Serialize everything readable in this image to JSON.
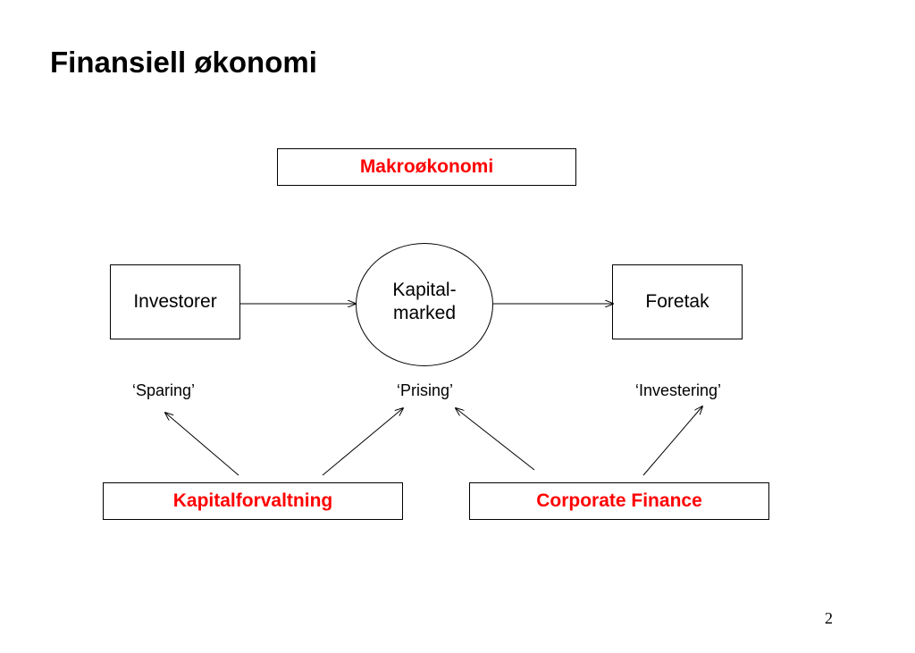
{
  "slide": {
    "title": "Finansiell økonomi",
    "page_number": "2"
  },
  "diagram": {
    "top_box": "Makroøkonomi",
    "left_box": "Investorer",
    "center_line1": "Kapital-",
    "center_line2": "marked",
    "right_box": "Foretak",
    "captions": {
      "left": "‘Sparing’",
      "center": "‘Prising’",
      "right": "‘Investering’"
    },
    "bottom_left_box": "Kapitalforvaltning",
    "bottom_right_box": "Corporate Finance"
  },
  "colors": {
    "highlight": "#ff0000",
    "line": "#000000"
  }
}
